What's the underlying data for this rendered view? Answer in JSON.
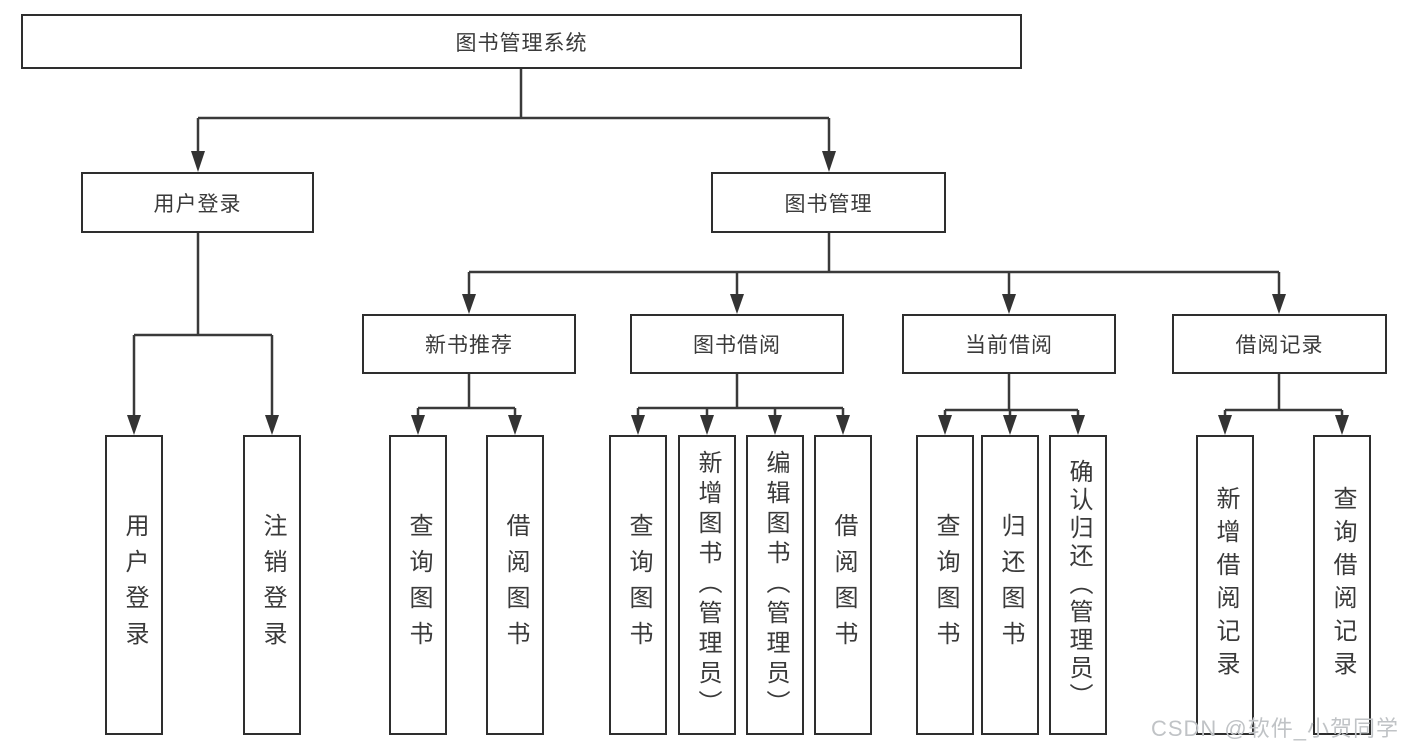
{
  "diagram": {
    "title": "图书管理系统",
    "root": {
      "label": "图书管理系统"
    },
    "level2": [
      {
        "label": "用户登录"
      },
      {
        "label": "图书管理"
      }
    ],
    "level3": [
      {
        "label": "新书推荐"
      },
      {
        "label": "图书借阅"
      },
      {
        "label": "当前借阅"
      },
      {
        "label": "借阅记录"
      }
    ],
    "leaves": {
      "user_login": [
        "用户登录",
        "注销登录"
      ],
      "new_books": [
        "查询图书",
        "借阅图书"
      ],
      "book_borrow": [
        "查询图书",
        "新增图书（管理员）",
        "编辑图书（管理员）",
        "借阅图书"
      ],
      "current_borrow": [
        "查询图书",
        "归还图书",
        "确认归还（管理员）"
      ],
      "borrow_records": [
        "新增借阅记录",
        "查询借阅记录"
      ]
    }
  },
  "watermark": {
    "text": "CSDN @软件_小贺同学"
  },
  "colors": {
    "line": "#3a3a3a",
    "arrow": "#333333",
    "box_border": "#2e2e2e",
    "text": "#3a3a3a",
    "background": "#ffffff",
    "watermark": "#c0c3c6"
  }
}
